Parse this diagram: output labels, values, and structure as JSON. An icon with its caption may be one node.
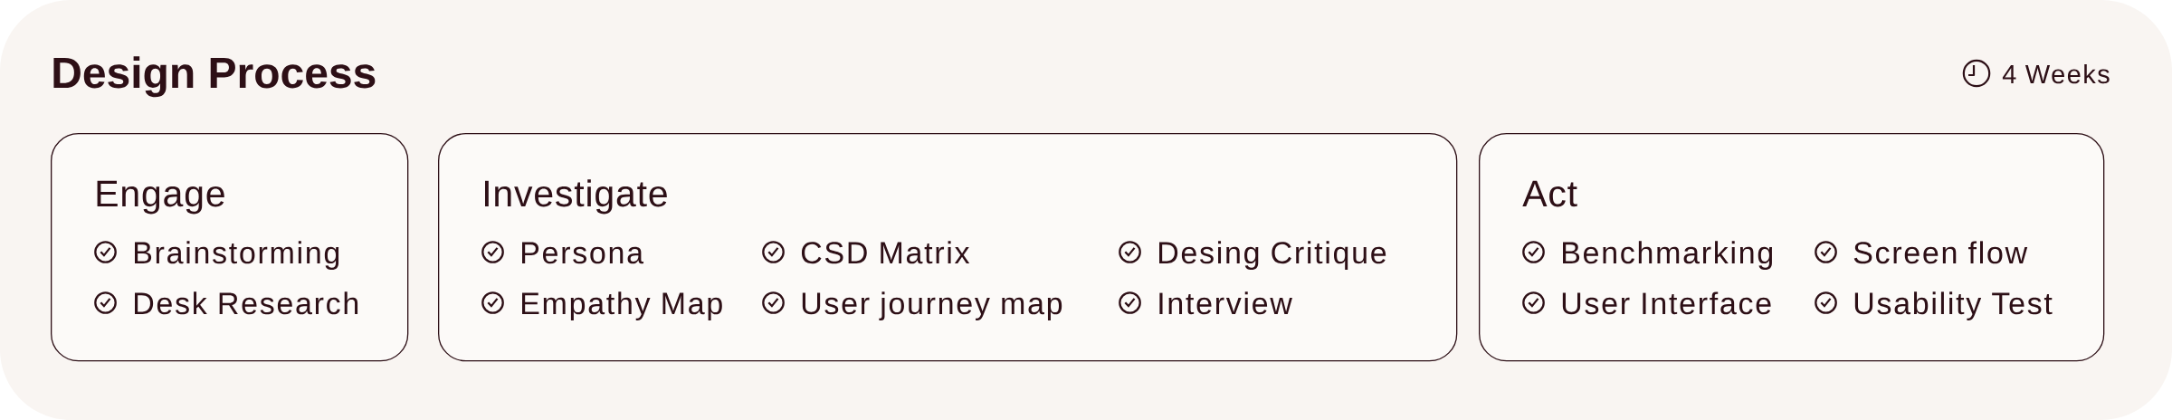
{
  "diagram": {
    "title": "Design Process",
    "nodes": [
      {
        "text": [
          "Engage",
          "Brainstorming",
          "Desk Research"
        ]
      },
      {
        "text": [
          "Investigate",
          "Persona",
          "CSD Matrix",
          "Desing Critique",
          "Empathy Map",
          "User journey map",
          "Interview"
        ]
      },
      {
        "text": [
          "Act",
          "Benchmarking",
          "Screen flow",
          "User Interface",
          "Usability Test"
        ]
      }
    ],
    "labels": [
      "4 Weeks"
    ]
  }
}
